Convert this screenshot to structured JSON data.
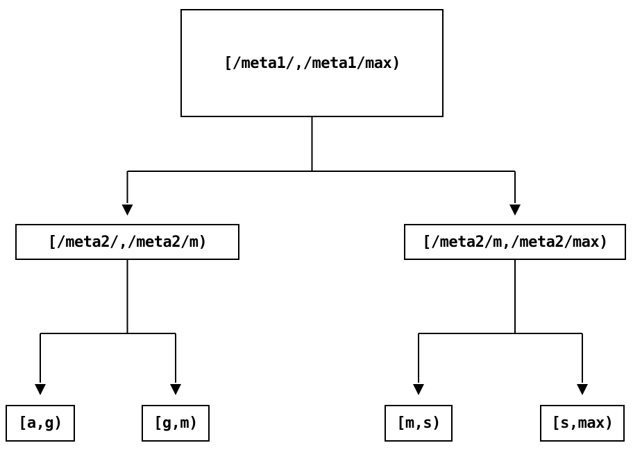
{
  "diagram": {
    "type": "tree",
    "nodes": {
      "root": {
        "label": "[/meta1/,/meta1/max)"
      },
      "meta2_left": {
        "label": "[/meta2/,/meta2/m)"
      },
      "meta2_right": {
        "label": "[/meta2/m,/meta2/max)"
      },
      "leaf_ag": {
        "label": "[a,g)"
      },
      "leaf_gm": {
        "label": "[g,m)"
      },
      "leaf_ms": {
        "label": "[m,s)"
      },
      "leaf_smax": {
        "label": "[s,max)"
      }
    },
    "edges": [
      {
        "from": "root",
        "to": "meta2_left"
      },
      {
        "from": "root",
        "to": "meta2_right"
      },
      {
        "from": "meta2_left",
        "to": "leaf_ag"
      },
      {
        "from": "meta2_left",
        "to": "leaf_gm"
      },
      {
        "from": "meta2_right",
        "to": "leaf_ms"
      },
      {
        "from": "meta2_right",
        "to": "leaf_smax"
      }
    ],
    "colors": {
      "background": "#ffffff",
      "line": "#000000",
      "box_border": "#000000",
      "box_fill": "#ffffff",
      "text": "#000000"
    }
  }
}
